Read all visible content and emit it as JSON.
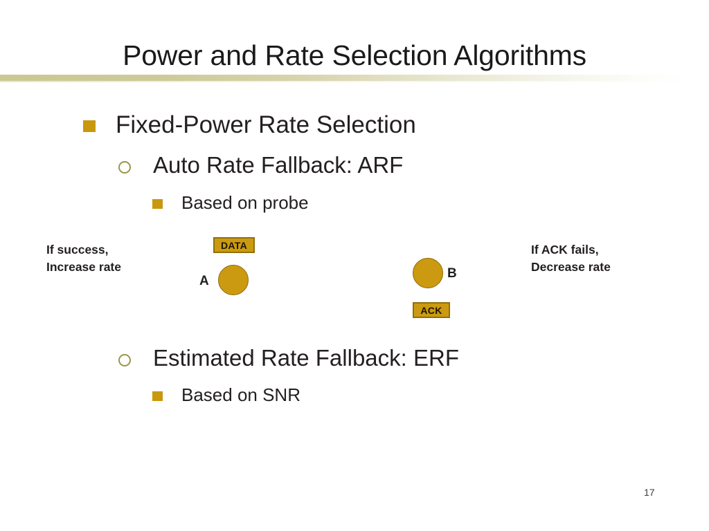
{
  "slide": {
    "title": "Power and Rate Selection Algorithms",
    "page_number": "17",
    "accent_color": "#c9980e",
    "node_color": "#cc9a10",
    "divider_color": "#cbc893",
    "text_color": "#231f20"
  },
  "outline": {
    "level1": {
      "label": "Fixed-Power Rate Selection",
      "marker": "filled-square"
    },
    "arf": {
      "label": "Auto Rate Fallback: ARF",
      "marker": "hollow-circle"
    },
    "arf_detail": {
      "label": "Based on probe",
      "marker": "filled-square-small"
    },
    "erf": {
      "label": "Estimated Rate Fallback: ERF",
      "marker": "hollow-circle"
    },
    "erf_detail": {
      "label": "Based on SNR",
      "marker": "filled-square-small"
    }
  },
  "diagram": {
    "left_annotation_line1": "If success,",
    "left_annotation_line2": "Increase rate",
    "right_annotation_line1": "If ACK fails,",
    "right_annotation_line2": "Decrease rate",
    "node_a_label": "A",
    "node_b_label": "B",
    "data_packet_label": "DATA",
    "ack_packet_label": "ACK"
  }
}
